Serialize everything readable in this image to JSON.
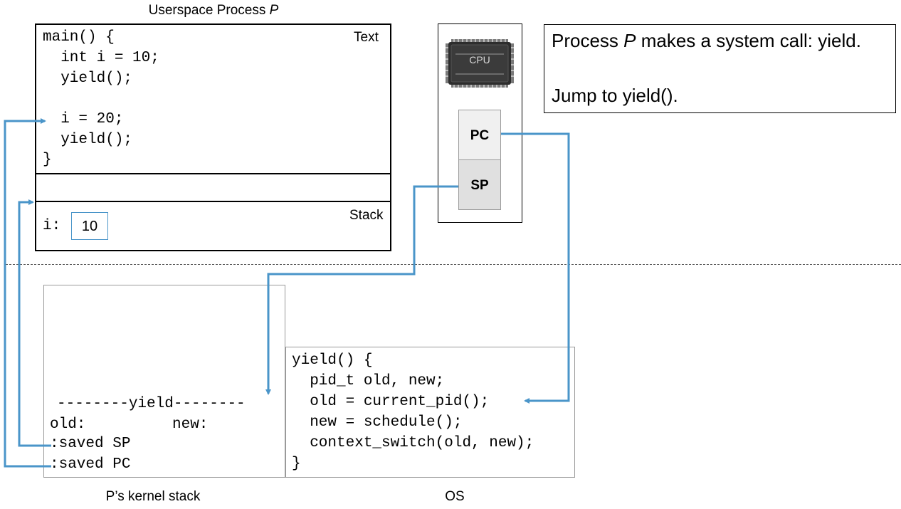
{
  "userspace": {
    "title_prefix": "Userspace Process ",
    "title_var": "P",
    "text_label": "Text",
    "stack_label": "Stack",
    "code": [
      "main() {",
      "  int i = 10;",
      "  yield();",
      "",
      "  i = 20;",
      "  yield();",
      "}"
    ],
    "var_label": "i:",
    "var_value": "10"
  },
  "cpu": {
    "chip_label": "CPU",
    "pc_label": "PC",
    "sp_label": "SP"
  },
  "note": {
    "line1_a": "Process ",
    "line1_var": "P",
    "line1_b": " makes a system call: yield.",
    "line2": "Jump to yield()."
  },
  "kernel_stack": {
    "frame_header": "--------yield--------",
    "old_label": "old:",
    "new_label": "new:",
    "saved_sp": ":saved SP",
    "saved_pc": ":saved PC",
    "caption": "P’s kernel stack"
  },
  "os": {
    "code": [
      "yield() {",
      "  pid_t old, new;",
      "  old = current_pid();",
      "  new = schedule();",
      "  context_switch(old, new);",
      "}"
    ],
    "caption": "OS"
  },
  "colors": {
    "arrow": "#4a95c9",
    "pc_fill": "#f0f0f0",
    "sp_fill": "#e0e0e0",
    "border_gray": "#9a9a9a"
  }
}
